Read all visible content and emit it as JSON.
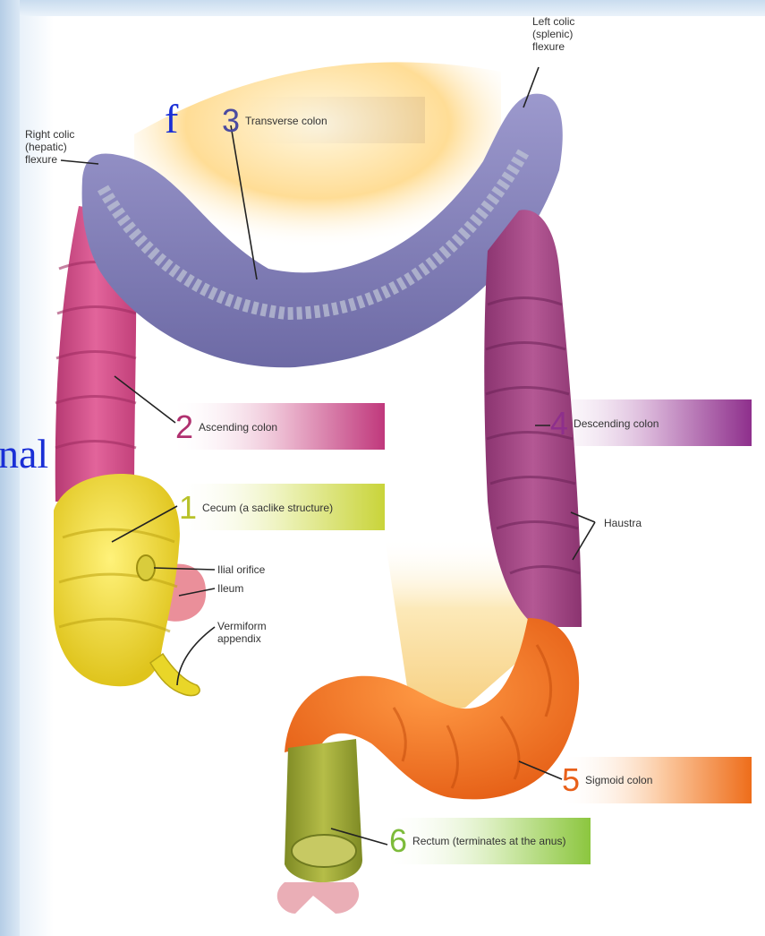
{
  "background_text": {
    "fragment_1": "f",
    "fragment_2": "nal"
  },
  "labels": {
    "right_colic_flexure": "Right colic\n(hepatic)\nflexure",
    "left_colic_flexure": "Left colic\n(splenic)\nflexure",
    "transverse_colon": "Transverse colon",
    "ascending_colon": "Ascending colon",
    "descending_colon": "Descending colon",
    "cecum": "Cecum (a saclike structure)",
    "ilial_orifice": "Ilial orifice",
    "ileum": "Ileum",
    "vermiform_appendix": "Vermiform\nappendix",
    "haustra": "Haustra",
    "sigmoid_colon": "Sigmoid colon",
    "rectum": "Rectum (terminates at the anus)"
  },
  "numbers": {
    "cecum": "1",
    "ascending": "2",
    "transverse": "3",
    "descending": "4",
    "sigmoid": "5",
    "rectum": "6"
  },
  "colors": {
    "transverse": "#7e7bb3",
    "transverse_band": "#5b5aa0",
    "ascending": "#d0477f",
    "ascending_band": "#c0387c",
    "descending": "#a1437f",
    "descending_band": "#8e2f8c",
    "cecum": "#ece131",
    "cecum_band": "#c9d43a",
    "sigmoid": "#f2751f",
    "sigmoid_band": "#ee6d1a",
    "rectum": "#9aa32c",
    "rectum_band": "#8cc63f",
    "mesentery": "#fbd37a",
    "bg_text": "#1a2fd6"
  }
}
